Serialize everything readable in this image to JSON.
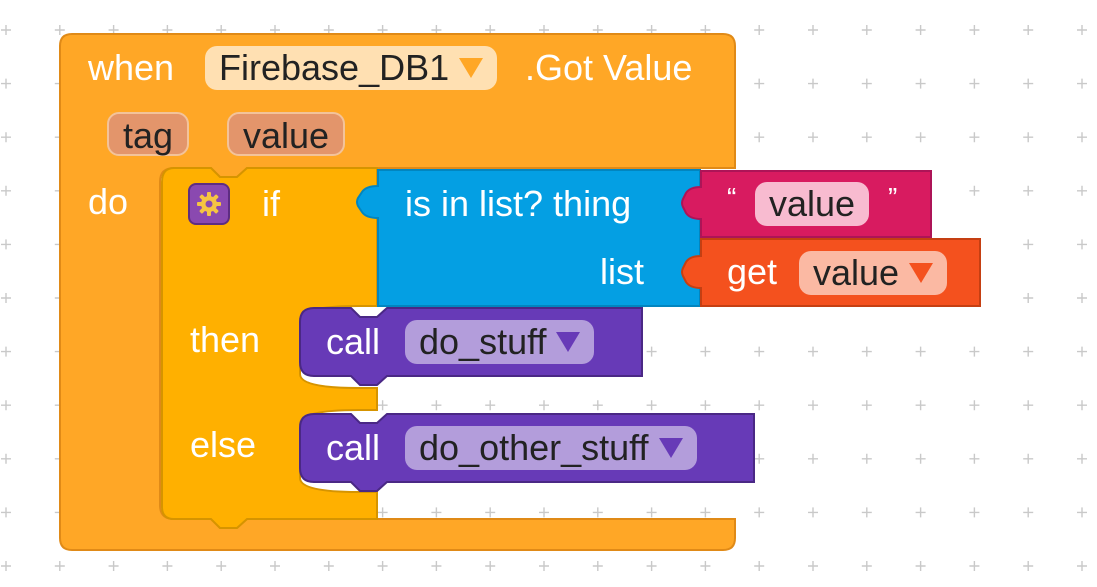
{
  "event_block": {
    "when_label": "when",
    "component": "Firebase_DB1",
    "event_name": ".Got Value",
    "params": [
      "tag",
      "value"
    ],
    "do_label": "do"
  },
  "if_block": {
    "if_label": "if",
    "then_label": "then",
    "else_label": "else"
  },
  "condition": {
    "is_in_list_label": "is in list? thing",
    "list_label": "list",
    "open_quote": "“",
    "close_quote": "”",
    "thing_text": "value",
    "get_label": "get",
    "get_variable": "value"
  },
  "then_call": {
    "call_label": "call",
    "procedure": "do_stuff"
  },
  "else_call": {
    "call_label": "call",
    "procedure": "do_other_stuff"
  },
  "colors": {
    "event": "#ffa726",
    "event_dark": "#e08a17",
    "param": "#e3956b",
    "if": "#ffb000",
    "logic_list": "#049fe3",
    "text": "#d81b60",
    "get": "#f4511e",
    "procedure": "#673ab7",
    "grid": "#c9c9c9"
  }
}
